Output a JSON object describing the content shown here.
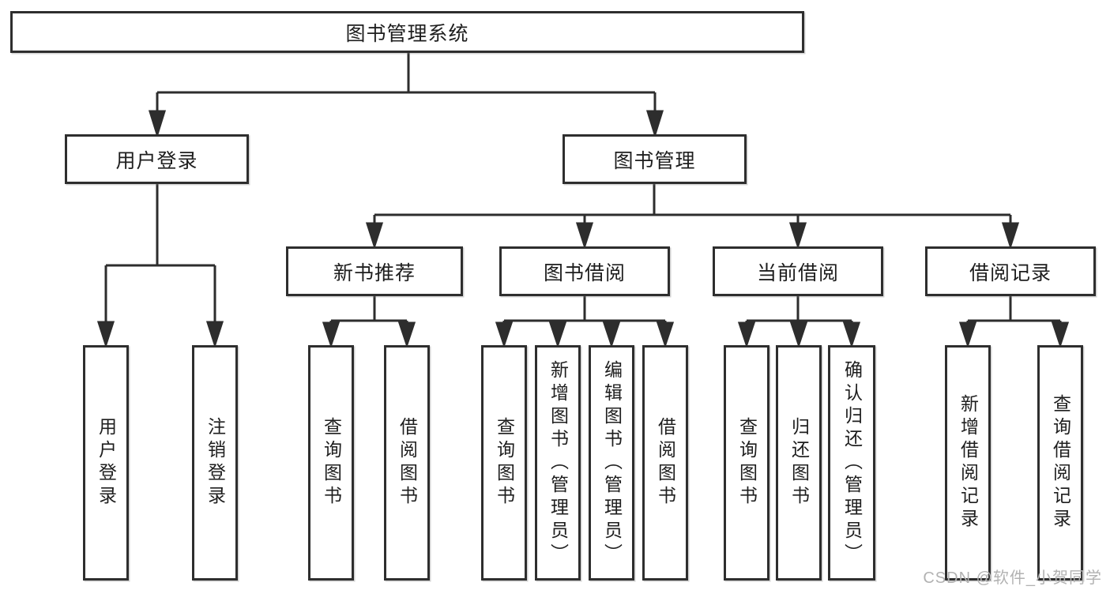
{
  "tree": {
    "root": {
      "label": "图书管理系统",
      "children": [
        {
          "label": "用户登录",
          "children": [
            {
              "label": "用户登录"
            },
            {
              "label": "注销登录"
            }
          ]
        },
        {
          "label": "图书管理",
          "children": [
            {
              "label": "新书推荐",
              "children": [
                {
                  "label": "查询图书"
                },
                {
                  "label": "借阅图书"
                }
              ]
            },
            {
              "label": "图书借阅",
              "children": [
                {
                  "label": "查询图书"
                },
                {
                  "label": "新增图书（管理员）"
                },
                {
                  "label": "编辑图书（管理员）"
                },
                {
                  "label": "借阅图书"
                }
              ]
            },
            {
              "label": "当前借阅",
              "children": [
                {
                  "label": "查询图书"
                },
                {
                  "label": "归还图书"
                },
                {
                  "label": "确认归还（管理员）"
                }
              ]
            },
            {
              "label": "借阅记录",
              "children": [
                {
                  "label": "新增借阅记录"
                },
                {
                  "label": "查询借阅记录"
                }
              ]
            }
          ]
        }
      ]
    }
  },
  "watermark": {
    "text": "CSDN @软件_小贺同学"
  },
  "colors": {
    "line": "#2d2d2d",
    "box_border": "#2e2e2e",
    "box_bg": "#ffffff",
    "text": "#1e1e1e",
    "watermark": "#b2b2b2"
  }
}
